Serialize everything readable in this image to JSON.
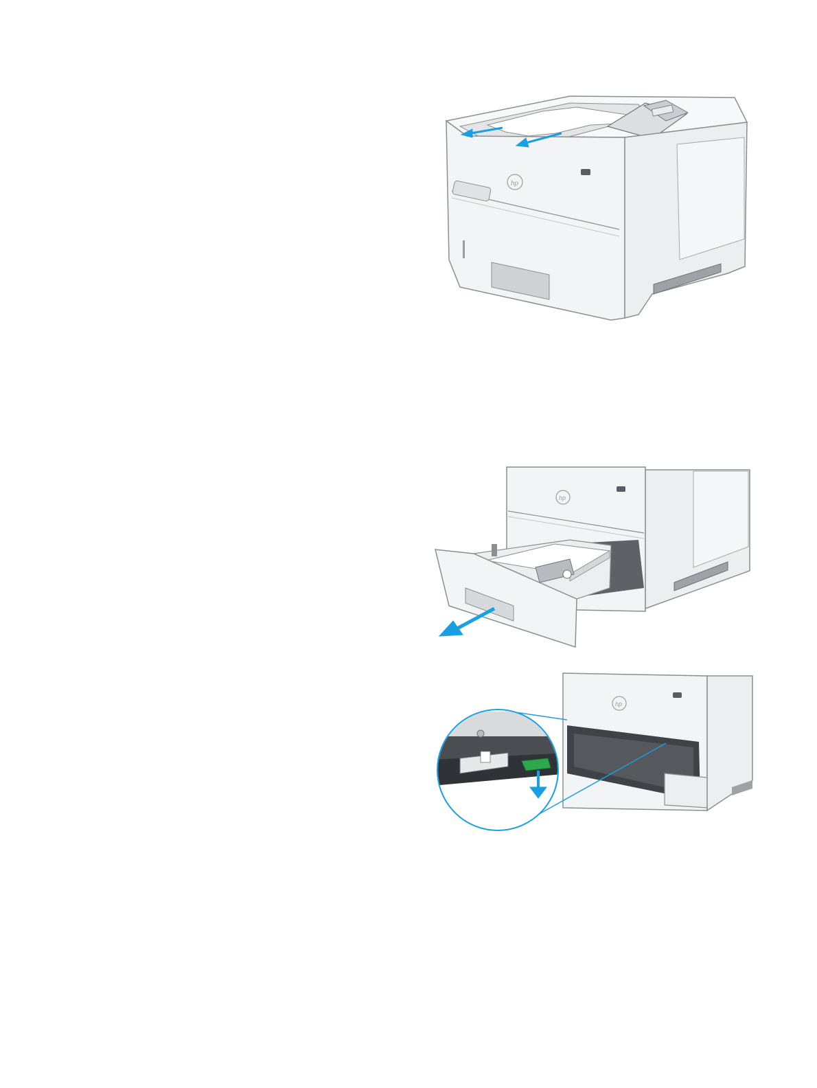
{
  "page": {
    "background": "#ffffff",
    "figures": [
      {
        "id": "printer-output-bin-jam",
        "arrow_color": "#1a9fe0"
      },
      {
        "id": "tray-pulled-out",
        "arrow_color": "#1a9fe0"
      },
      {
        "id": "feed-lever-detail",
        "arrow_color": "#1a9fe0",
        "lever_color": "#2ea84a"
      }
    ]
  },
  "colors": {
    "body": "#f3f4f5",
    "outline": "#8a8f94",
    "shade": "#d4d7da",
    "dark": "#3a3d40",
    "arrow": "#1a9fe0",
    "lever": "#2ea84a"
  },
  "icons": [
    "hp-logo-icon",
    "arrow-icon",
    "magnifier-callout-icon"
  ]
}
